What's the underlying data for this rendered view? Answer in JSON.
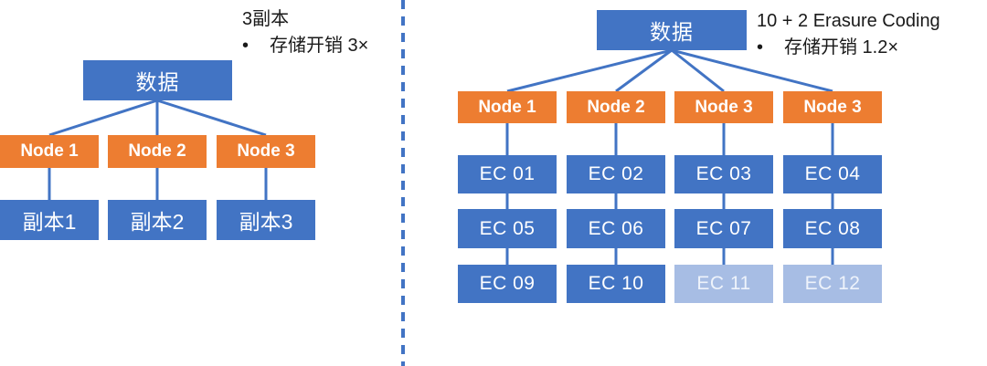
{
  "colors": {
    "blue": "#4274c4",
    "orange": "#ED7D31",
    "light_blue": "#A7BDE4",
    "text": "#1A1A1A",
    "white": "#FFFFFF"
  },
  "left_panel": {
    "caption": {
      "title": "3副本",
      "bullet_symbol": "•",
      "bullet_text": "存储开销 3×"
    },
    "root": {
      "label": "数据"
    },
    "nodes": [
      {
        "label": "Node 1"
      },
      {
        "label": "Node 2"
      },
      {
        "label": "Node 3"
      }
    ],
    "replicas": [
      {
        "label": "副本1"
      },
      {
        "label": "副本2"
      },
      {
        "label": "副本3"
      }
    ]
  },
  "divider": {
    "style": "dashed-vertical"
  },
  "right_panel": {
    "caption": {
      "title": "10 + 2 Erasure Coding",
      "bullet_symbol": "•",
      "bullet_text": "存储开销 1.2×"
    },
    "root": {
      "label": "数据"
    },
    "nodes": [
      {
        "label": "Node 1"
      },
      {
        "label": "Node 2"
      },
      {
        "label": "Node 3"
      },
      {
        "label": "Node 3"
      }
    ],
    "ec_blocks": [
      {
        "label": "EC 01",
        "kind": "data"
      },
      {
        "label": "EC 02",
        "kind": "data"
      },
      {
        "label": "EC 03",
        "kind": "data"
      },
      {
        "label": "EC 04",
        "kind": "data"
      },
      {
        "label": "EC 05",
        "kind": "data"
      },
      {
        "label": "EC 06",
        "kind": "data"
      },
      {
        "label": "EC 07",
        "kind": "data"
      },
      {
        "label": "EC 08",
        "kind": "data"
      },
      {
        "label": "EC 09",
        "kind": "data"
      },
      {
        "label": "EC 10",
        "kind": "data"
      },
      {
        "label": "EC 11",
        "kind": "parity"
      },
      {
        "label": "EC 12",
        "kind": "parity"
      }
    ]
  }
}
